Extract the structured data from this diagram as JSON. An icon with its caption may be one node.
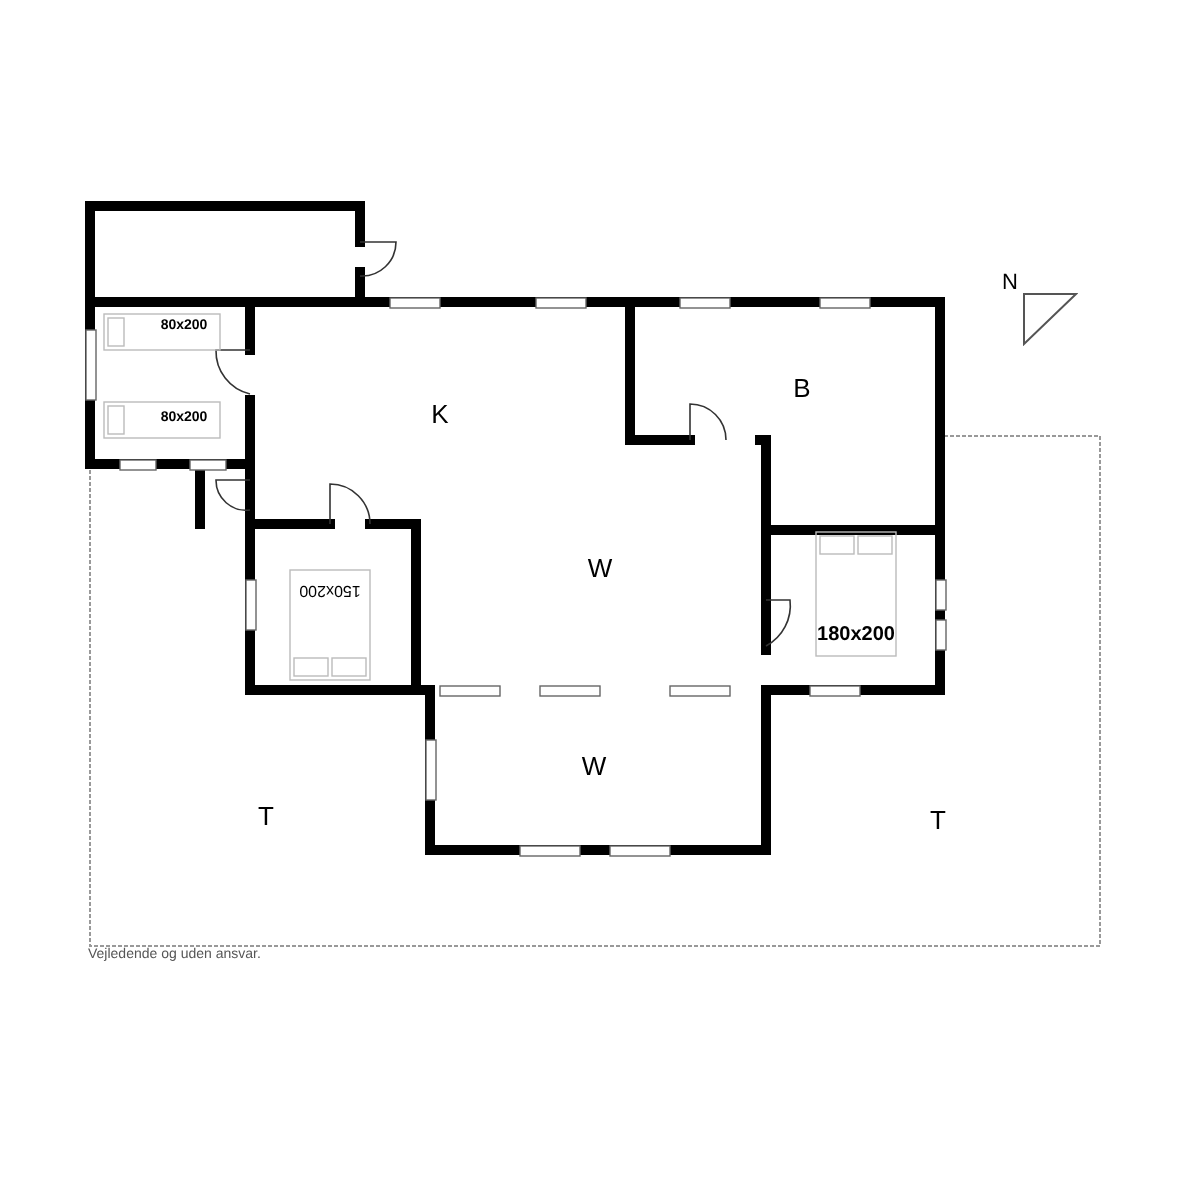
{
  "diagram": {
    "labels": [
      "80x200",
      "80x200",
      "K",
      "B",
      "150x200",
      "W",
      "180x200",
      "W",
      "T",
      "T",
      "N",
      "Vejledende og uden ansvar."
    ]
  }
}
